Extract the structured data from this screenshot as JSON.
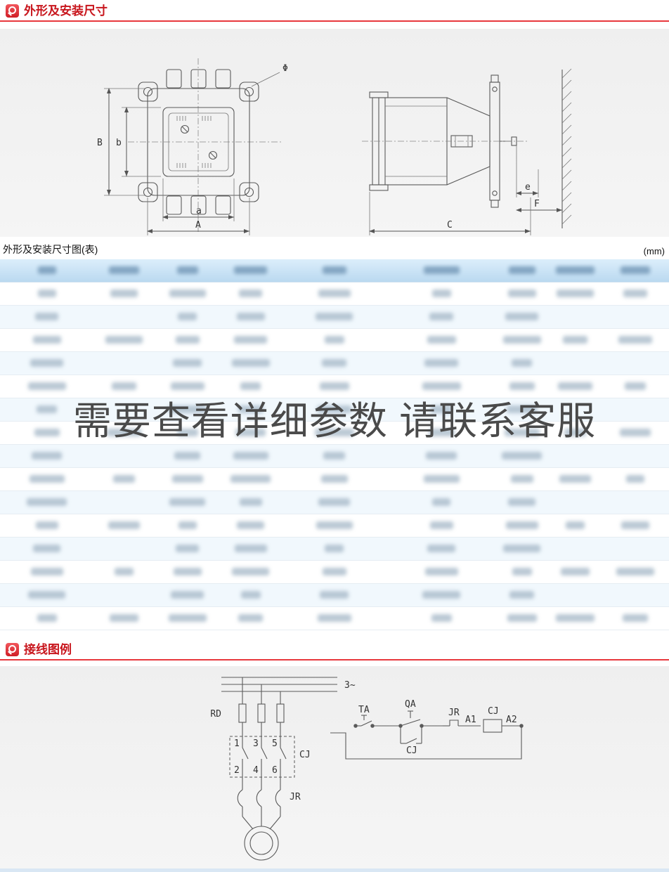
{
  "page": {
    "unit_label": "(mm)"
  },
  "section1": {
    "title": "外形及安装尺寸",
    "caption": "外形及安装尺寸图(表)"
  },
  "watermark": "需要查看详细参数 请联系客服",
  "section2": {
    "title": "接线图例"
  },
  "dimension_labels": {
    "phi": "Φ",
    "B": "B",
    "b": "b",
    "a": "a",
    "A": "A",
    "C": "C",
    "e": "e",
    "F": "F"
  },
  "wiring_labels": {
    "power": "3~",
    "rd": "RD",
    "n1": "1",
    "n2": "2",
    "n3": "3",
    "n4": "4",
    "n5": "5",
    "n6": "6",
    "cj_box": "CJ",
    "jr_heater": "JR",
    "ta": "TA",
    "qa": "QA",
    "cj_aux": "CJ",
    "jr_contact": "JR",
    "a1": "A1",
    "coil": "CJ",
    "a2": "A2"
  },
  "table": {
    "columns": 9,
    "rows": 15,
    "content_blurred": true
  },
  "colors": {
    "accent_red": "#e8383d",
    "header_blue": "#bad9f0"
  }
}
